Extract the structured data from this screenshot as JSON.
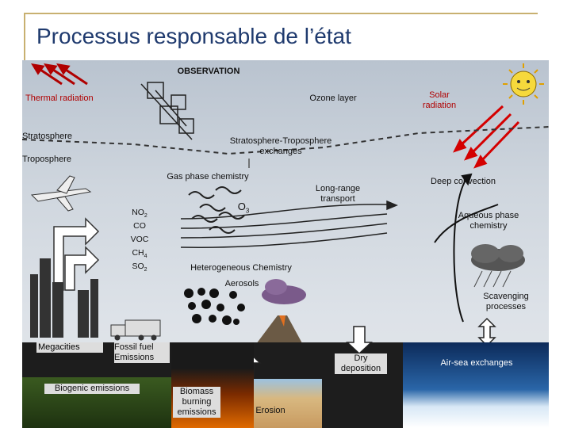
{
  "title": "Processus responsable de l’état",
  "labels": {
    "observation": "OBSERVATION",
    "thermal_radiation": "Thermal radiation",
    "ozone_layer": "Ozone layer",
    "solar_radiation": "Solar\nradiation",
    "stratosphere": "Stratosphere",
    "troposphere": "Troposphere",
    "strat_trop_exchanges": "Stratosphere-Troposphere\nexchanges",
    "gas_phase_chemistry": "Gas phase chemistry",
    "o3": "O",
    "o3_sub": "3",
    "long_range_transport": "Long-range\ntransport",
    "deep_convection": "Deep convection",
    "aqueous_phase_chemistry": "Aqueous phase\nchemistry",
    "heterogeneous_chemistry": "Heterogeneous Chemistry",
    "aerosols": "Aerosols",
    "scavenging_processes": "Scavenging\nprocesses",
    "megacities": "Megacities",
    "fossil_fuel_emissions": "Fossil  fuel\nEmissions",
    "biogenic_emissions": "Biogenic emissions",
    "biomass_burning_emissions": "Biomass\nburning\nemissions",
    "erosion": "Erosion",
    "dry_deposition": "Dry\ndeposition",
    "air_sea_exchanges": "Air-sea exchanges"
  },
  "species": [
    {
      "name": "NO",
      "sub": "2"
    },
    {
      "name": "CO",
      "sub": ""
    },
    {
      "name": "VOC",
      "sub": ""
    },
    {
      "name": "CH",
      "sub": "4"
    },
    {
      "name": "SO",
      "sub": "2"
    }
  ],
  "colors": {
    "title": "#1f3a6e",
    "thermal": "#b00000",
    "solar_arrows": "#d40000",
    "air_sea_label": "#ffffff"
  },
  "icons": [
    "thermal-arrow-icon",
    "satellite-icon",
    "sun-icon",
    "airplane-icon",
    "cloud-icon",
    "volcano-icon",
    "truck-icon",
    "fire-icon",
    "city-icon",
    "up-arrow-icon",
    "down-arrow-icon",
    "double-arrow-icon"
  ]
}
